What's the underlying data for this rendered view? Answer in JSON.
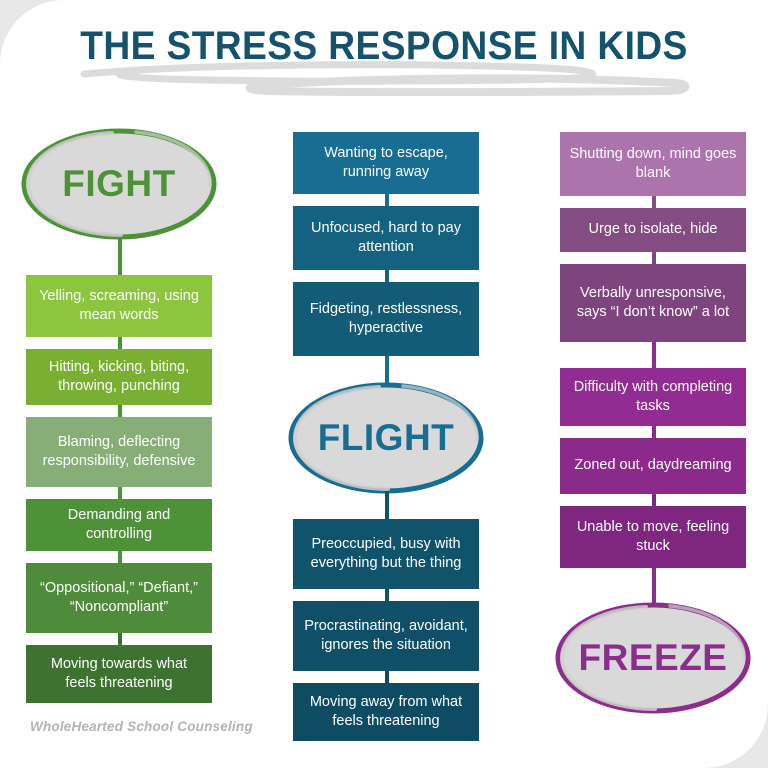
{
  "header": {
    "title": "THE STRESS RESPONSE IN KIDS",
    "title_color": "#14536b",
    "swoosh_color": "#dcdcdc"
  },
  "attribution": "WholeHearted School Counseling",
  "oval_fill": "#d9d9d9",
  "columns": [
    {
      "id": "fight",
      "label": "FIGHT",
      "accent": "#4E9238",
      "oval_position": "top",
      "items": [
        {
          "text": "Yelling, screaming, using mean words",
          "color": "#8CC63F"
        },
        {
          "text": "Hitting, kicking, biting, throwing, punching",
          "color": "#7AB032"
        },
        {
          "text": "Blaming, deflecting responsibility, defensive",
          "color": "#88AE78"
        },
        {
          "text": "Demanding and controlling",
          "color": "#4E9238"
        },
        {
          "text": "“Oppositional,” “Defiant,” “Noncompliant”",
          "color": "#4E8C3C"
        },
        {
          "text": "Moving towards what feels threatening",
          "color": "#3E7230"
        }
      ]
    },
    {
      "id": "flight",
      "label": "FLIGHT",
      "accent": "#176E92",
      "oval_position": "middle",
      "items": [
        {
          "text": "Wanting to escape, running away",
          "color": "#176E92"
        },
        {
          "text": "Unfocused, hard to pay attention",
          "color": "#14627F"
        },
        {
          "text": "Fidgeting, restlessness, hyperactive",
          "color": "#125C77"
        },
        {
          "text": "Preoccupied, busy with everything but the thing",
          "color": "#10546C"
        },
        {
          "text": "Procrastinating, avoidant, ignores the situation",
          "color": "#0F5068"
        },
        {
          "text": "Moving away from what feels threatening",
          "color": "#0E4C63"
        }
      ]
    },
    {
      "id": "freeze",
      "label": "FREEZE",
      "accent": "#8B2E8B",
      "oval_position": "bottom",
      "items": [
        {
          "text": "Shutting down, mind goes blank",
          "color": "#AC74AC"
        },
        {
          "text": "Urge to isolate, hide",
          "color": "#834C83"
        },
        {
          "text": "Verbally unresponsive, says “I don’t know” a lot",
          "color": "#7E447E"
        },
        {
          "text": "Difficulty with completing tasks",
          "color": "#922C92"
        },
        {
          "text": "Zoned out, daydreaming",
          "color": "#8C2A8C"
        },
        {
          "text": "Unable to move, feeling stuck",
          "color": "#7E2680"
        }
      ]
    }
  ]
}
